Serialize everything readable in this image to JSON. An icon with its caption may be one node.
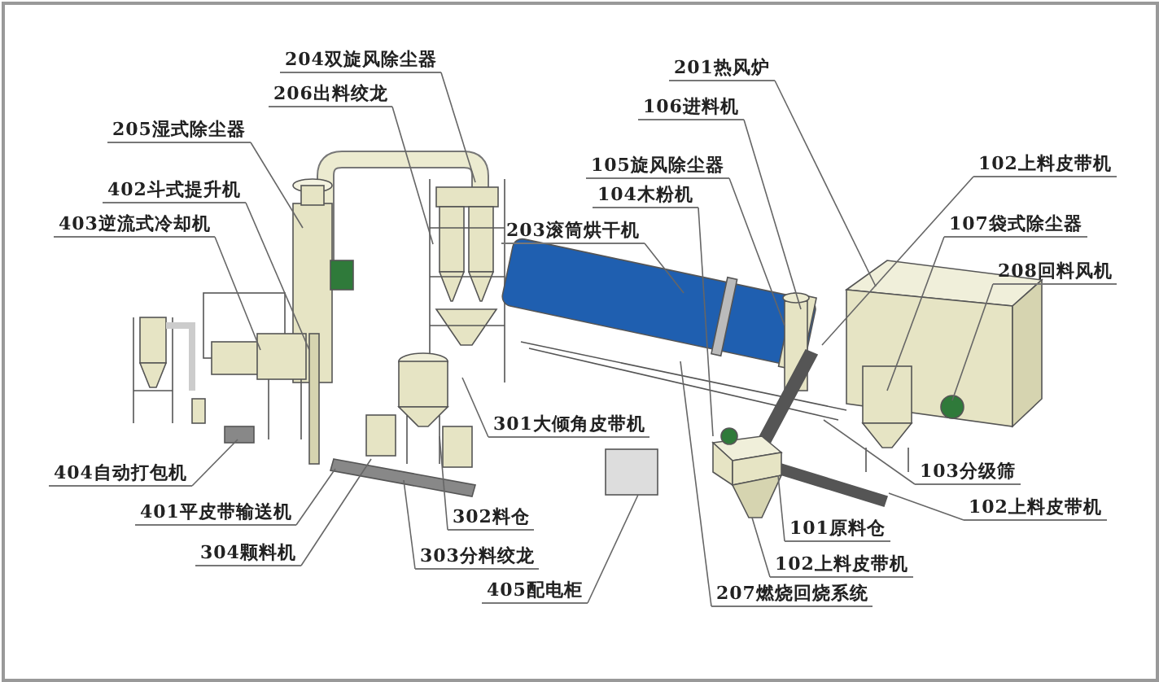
{
  "diagram": {
    "nodes": [
      {
        "text": [
          "204双旋风除尘器"
        ]
      },
      {
        "text": [
          "206出料绞龙"
        ]
      },
      {
        "text": [
          "205湿式除尘器"
        ]
      },
      {
        "text": [
          "402斗式提升机"
        ]
      },
      {
        "text": [
          "403逆流式冷却机"
        ]
      },
      {
        "text": [
          "201热风炉"
        ]
      },
      {
        "text": [
          "106进料机"
        ]
      },
      {
        "text": [
          "105旋风除尘器"
        ]
      },
      {
        "text": [
          "104木粉机"
        ]
      },
      {
        "text": [
          "203滚筒烘干机"
        ]
      },
      {
        "text": [
          "102上料皮带机"
        ]
      },
      {
        "text": [
          "107袋式除尘器"
        ]
      },
      {
        "text": [
          "208回料风机"
        ]
      },
      {
        "text": [
          "404自动打包机"
        ]
      },
      {
        "text": [
          "401平皮带输送机"
        ]
      },
      {
        "text": [
          "301大倾角皮带机"
        ]
      },
      {
        "text": [
          "302料仓"
        ]
      },
      {
        "text": [
          "304颗料机"
        ]
      },
      {
        "text": [
          "303分料绞龙"
        ]
      },
      {
        "text": [
          "405配电柜"
        ]
      },
      {
        "text": [
          "103分级筛"
        ]
      },
      {
        "text": [
          "102上料皮带机"
        ]
      },
      {
        "text": [
          "101原料仓"
        ]
      },
      {
        "text": [
          "102上料皮带机"
        ]
      },
      {
        "text": [
          "207燃烧回烧系统"
        ]
      }
    ],
    "edges": [
      {
        "from": 0,
        "to": null,
        "arrow": "none"
      },
      {
        "from": 1,
        "to": null,
        "arrow": "none"
      },
      {
        "from": 2,
        "to": null,
        "arrow": "none"
      },
      {
        "from": 3,
        "to": null,
        "arrow": "none"
      },
      {
        "from": 4,
        "to": null,
        "arrow": "none"
      },
      {
        "from": 5,
        "to": null,
        "arrow": "none"
      },
      {
        "from": 6,
        "to": null,
        "arrow": "none"
      },
      {
        "from": 7,
        "to": null,
        "arrow": "none"
      },
      {
        "from": 8,
        "to": null,
        "arrow": "none"
      },
      {
        "from": 9,
        "to": null,
        "arrow": "none"
      },
      {
        "from": 10,
        "to": null,
        "arrow": "none"
      },
      {
        "from": 11,
        "to": null,
        "arrow": "none"
      },
      {
        "from": 12,
        "to": null,
        "arrow": "none"
      },
      {
        "from": 13,
        "to": null,
        "arrow": "none"
      },
      {
        "from": 14,
        "to": null,
        "arrow": "none"
      },
      {
        "from": 15,
        "to": null,
        "arrow": "none"
      },
      {
        "from": 16,
        "to": null,
        "arrow": "none"
      },
      {
        "from": 17,
        "to": null,
        "arrow": "none"
      },
      {
        "from": 18,
        "to": null,
        "arrow": "none"
      },
      {
        "from": 19,
        "to": null,
        "arrow": "none"
      },
      {
        "from": 20,
        "to": null,
        "arrow": "none"
      },
      {
        "from": 21,
        "to": null,
        "arrow": "none"
      },
      {
        "from": 22,
        "to": null,
        "arrow": "none"
      },
      {
        "from": 23,
        "to": null,
        "arrow": "none"
      },
      {
        "from": 24,
        "to": null,
        "arrow": "none"
      }
    ]
  }
}
